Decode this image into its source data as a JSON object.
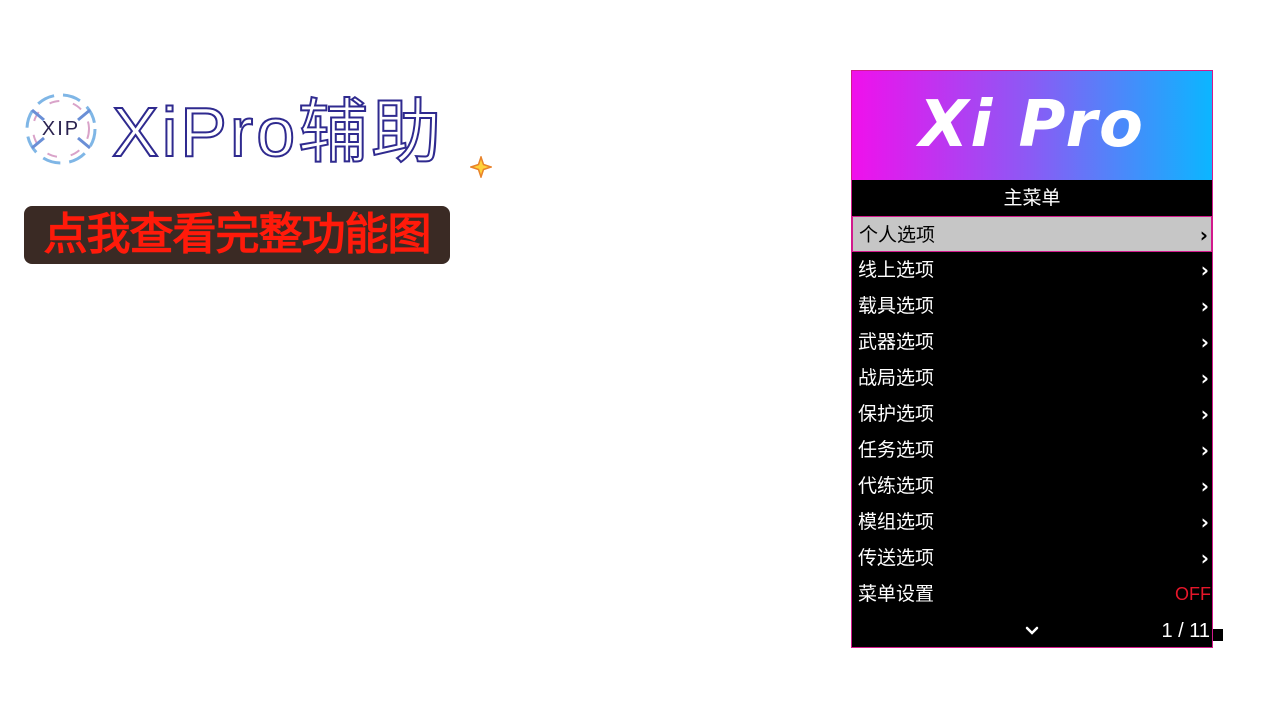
{
  "promo": {
    "badge_text": "XIP",
    "brand_title": "XiPro辅助",
    "banner_text": "点我查看完整功能图"
  },
  "menu": {
    "header_title": "Xi Pro",
    "subtitle": "主菜单",
    "items": [
      {
        "label": "个人选项",
        "arrow": "›"
      },
      {
        "label": "线上选项",
        "arrow": "›"
      },
      {
        "label": "载具选项",
        "arrow": "›"
      },
      {
        "label": "武器选项",
        "arrow": "›"
      },
      {
        "label": "战局选项",
        "arrow": "›"
      },
      {
        "label": "保护选项",
        "arrow": "›"
      },
      {
        "label": "任务选项",
        "arrow": "›"
      },
      {
        "label": "代练选项",
        "arrow": "›"
      },
      {
        "label": "模组选项",
        "arrow": "›"
      },
      {
        "label": "传送选项",
        "arrow": "›"
      },
      {
        "label": "菜单设置",
        "value": "OFF"
      }
    ],
    "selected_index": 0,
    "page_indicator": "1 / 11"
  },
  "colors": {
    "header_gradient_start": "#f010ec",
    "header_gradient_end": "#0bb6ff",
    "panel_border": "#d21a8c",
    "off_value": "#e6162a",
    "banner_text": "#ff1a0a"
  }
}
